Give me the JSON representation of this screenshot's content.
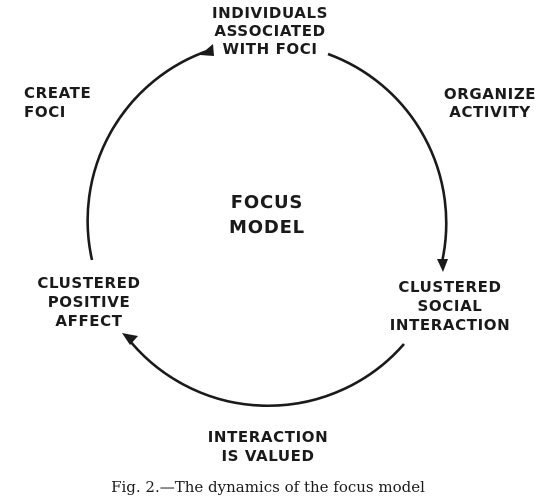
{
  "diagram": {
    "center": [
      "FOCUS",
      "MODEL"
    ],
    "nodes": {
      "individuals": [
        "INDIVIDUALS",
        "ASSOCIATED",
        "WITH FOCI"
      ],
      "clustered_social": [
        "CLUSTERED",
        "SOCIAL",
        "INTERACTION"
      ],
      "clustered_positive": [
        "CLUSTERED",
        "POSITIVE",
        "AFFECT"
      ]
    },
    "edges": {
      "create_foci": [
        "CREATE",
        "FOCI"
      ],
      "organize_activity": [
        "ORGANIZE",
        "ACTIVITY"
      ],
      "interaction_valued": [
        "INTERACTION",
        "IS VALUED"
      ]
    }
  },
  "caption": {
    "fig": "Fig. 2.",
    "text": "—The dynamics of the focus model"
  }
}
